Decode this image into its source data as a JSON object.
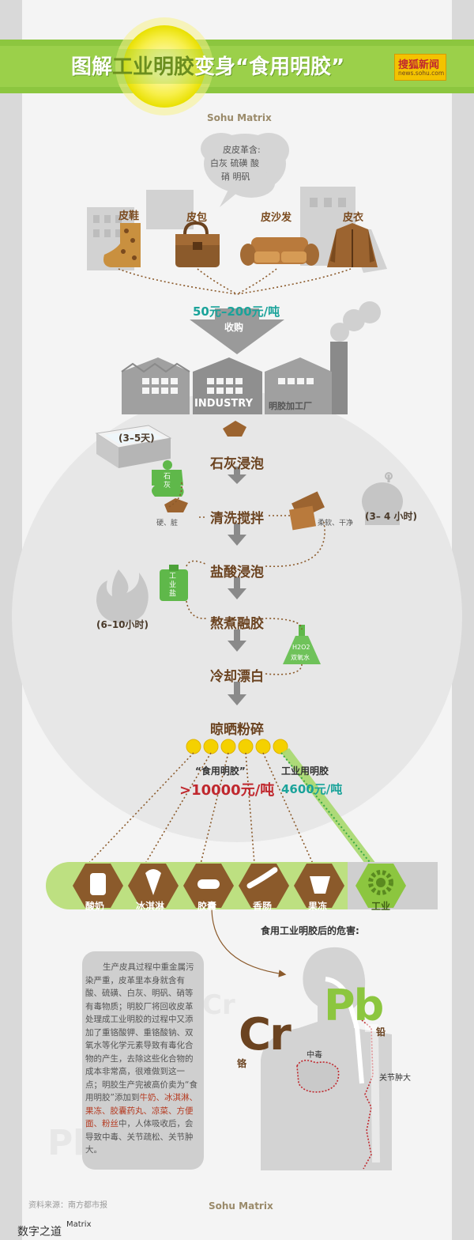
{
  "header": {
    "title_part1": "图解",
    "title_highlight": "工业明胶",
    "title_part2": "变身",
    "title_part3": "“食用明胶”",
    "logo_name": "搜狐新闻",
    "logo_url": "news.sohu.com",
    "brand_top": "Sohu Matrix"
  },
  "tanning": {
    "bubble_line1": "皮皮革含:",
    "bubble_line2": "白灰 硫磺 酸",
    "bubble_line3": "硝 明矾",
    "items": [
      "皮鞋",
      "皮包",
      "皮沙发",
      "皮衣"
    ],
    "price": "50元–200元/吨",
    "purchase": "收购"
  },
  "factory": {
    "industry_label": "INDUSTRY",
    "plant_label": "明胶加工厂"
  },
  "process": {
    "steps": [
      "石灰浸泡",
      "清洗搅拌",
      "盐酸浸泡",
      "熬煮融胶",
      "冷却漂白",
      "晾晒粉碎"
    ],
    "lime_days": "(3–5天)",
    "lime_bag": "石灰",
    "hard_dirty": "硬、脏",
    "soft_clean": "柔软、干净",
    "hours_3_4": "(3– 4 小时)",
    "salt_bag": "工业盐",
    "hours_6_10": "(6–10小时)",
    "h2o2_label": "H2O2",
    "h2o2_name": "双氧水"
  },
  "prices": {
    "food_label": "“食用明胶”",
    "food_price": ">10000元/吨",
    "industrial_label": "工业用明胶",
    "industrial_price": "4600元/吨"
  },
  "uses": {
    "items": [
      "酸奶",
      "冰淇淋",
      "胶囊",
      "香肠",
      "果冻",
      "工业"
    ]
  },
  "harm": {
    "title": "食用工业明胶后的危害:",
    "cr": "Cr",
    "cr_name": "铬",
    "pb": "Pb",
    "pb_name": "铅",
    "poison": "中毒",
    "joint": "关节肿大",
    "note_lines": [
      "生产皮具过程中重金属污染严重，皮革里本身就含有酸、硫磺、白灰、明矾、硝等有毒物质；明胶厂将回收皮革处理成工业明胶的过程中又添加了重铬酸钾、重铬酸钠、双氧水等化学元素导致有毒化合物的产生，去除这些化合物的成本非常高，很难做到这一点；明胶生产完被高价卖为“食用明胶”添加到",
      "牛奶、冰淇淋、果冻、胶囊药丸、凉菜、方便面、粉丝",
      "中，人体吸收后，会导致中毒、关节疏松、关节肿大。"
    ]
  },
  "footer": {
    "source": "资料来源：南方都市报",
    "brand": "Sohu Matrix",
    "brand_cn": "数字之道",
    "brand_en": "Matrix"
  },
  "colors": {
    "green": "#8cc63f",
    "brown": "#8b5a2b",
    "teal": "#1aa39a",
    "red": "#c0282e",
    "sun": "#f4e600"
  }
}
